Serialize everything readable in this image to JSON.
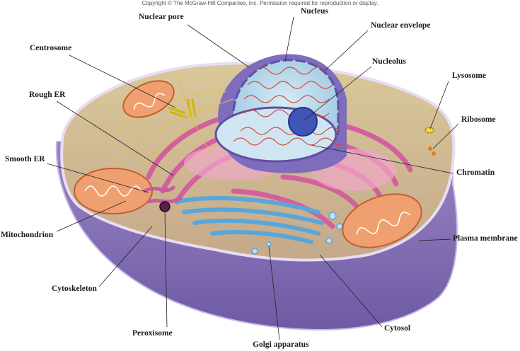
{
  "copyright": "Copyright © The McGraw-Hill Companies, Inc. Permission required for reproduction or display.",
  "labels": {
    "nucleus": "Nucleus",
    "nuclear_pore": "Nuclear pore",
    "nuclear_envelope": "Nuclear envelope",
    "centrosome": "Centrosome",
    "nucleolus": "Nucleolus",
    "lysosome": "Lysosome",
    "rough_er": "Rough ER",
    "ribosome": "Ribosome",
    "smooth_er": "Smooth ER",
    "chromatin": "Chromatin",
    "mitochondrion": "Mitochondrion",
    "plasma_membrane": "Plasma membrane",
    "cytoskeleton": "Cytoskeleton",
    "cytosol": "Cytosol",
    "peroxisome": "Peroxisome",
    "golgi_apparatus": "Golgi apparatus"
  }
}
